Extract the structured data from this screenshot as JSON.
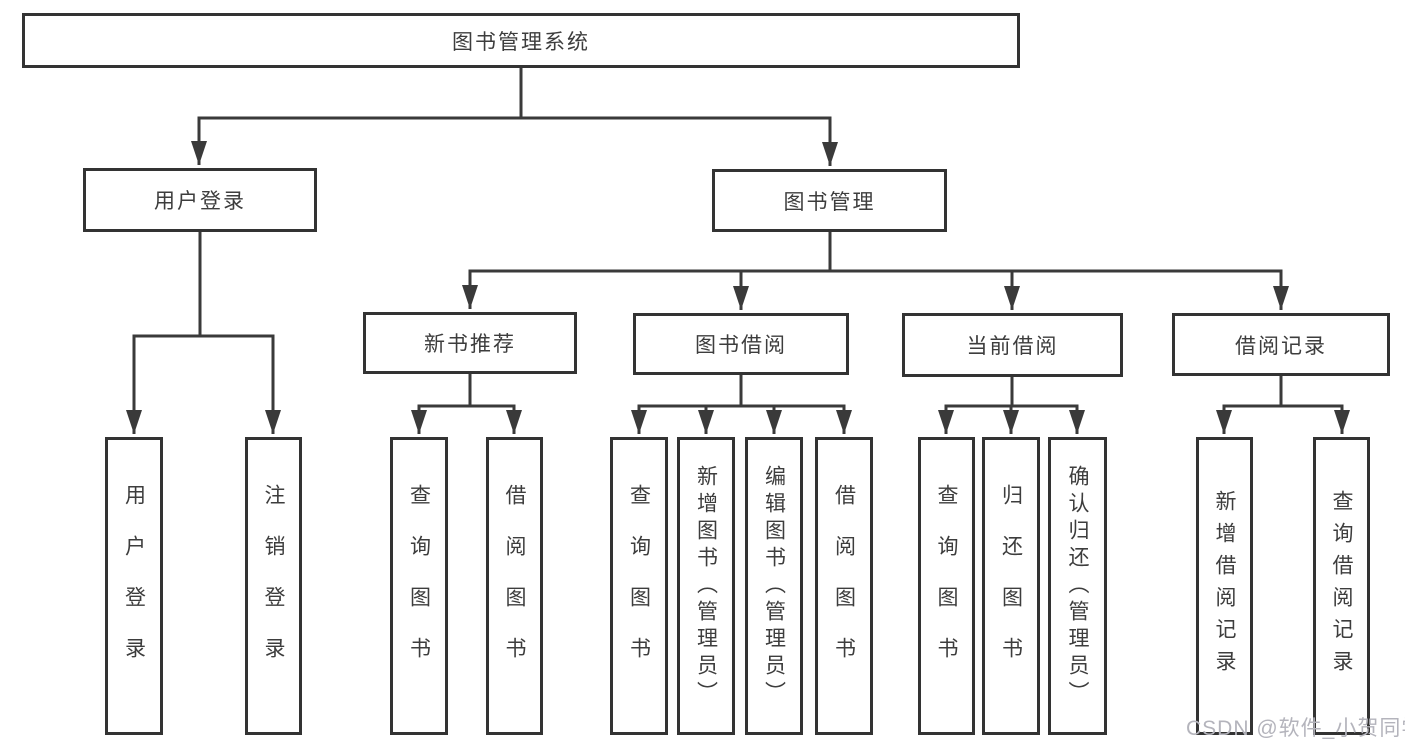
{
  "root": {
    "label": "图书管理系统"
  },
  "login": {
    "label": "用户登录",
    "children": [
      {
        "label": "用户登录"
      },
      {
        "label": "注销登录"
      }
    ]
  },
  "mgmt": {
    "label": "图书管理",
    "sections": [
      {
        "label": "新书推荐",
        "children": [
          {
            "label": "查询图书"
          },
          {
            "label": "借阅图书"
          }
        ]
      },
      {
        "label": "图书借阅",
        "children": [
          {
            "label": "查询图书"
          },
          {
            "label": "新增图书（管理员）"
          },
          {
            "label": "编辑图书（管理员）"
          },
          {
            "label": "借阅图书"
          }
        ]
      },
      {
        "label": "当前借阅",
        "children": [
          {
            "label": "查询图书"
          },
          {
            "label": "归还图书"
          },
          {
            "label": "确认归还（管理员）"
          }
        ]
      },
      {
        "label": "借阅记录",
        "children": [
          {
            "label": "新增借阅记录"
          },
          {
            "label": "查询借阅记录"
          }
        ]
      }
    ]
  },
  "watermark": {
    "text": "CSDN @软件_小贺同学"
  },
  "colors": {
    "line": "#3a3a3a",
    "border": "#333333",
    "text": "#3d3d3d",
    "watermark": "#b4b4bc"
  }
}
